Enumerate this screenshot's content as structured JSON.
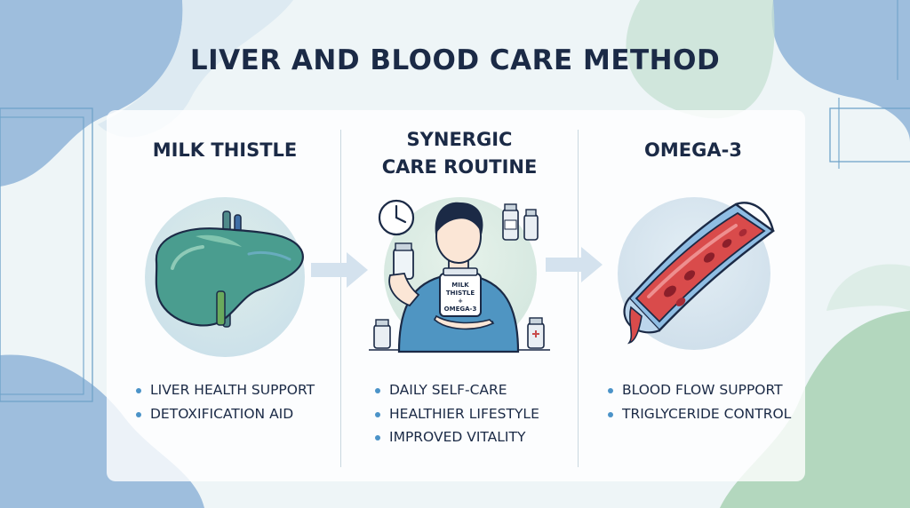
{
  "title": "LIVER AND BLOOD CARE METHOD",
  "colors": {
    "navy": "#1b2a46",
    "blue_accent": "#4b93c8",
    "blob_blue": "#8fb4d8",
    "blob_green": "#a8d1b4"
  },
  "columns": [
    {
      "title": "MILK THISTLE",
      "icon": "liver-icon",
      "bullets": [
        "LIVER HEALTH SUPPORT",
        "DETOXIFICATION AID"
      ]
    },
    {
      "title_lines": [
        "SYNERGIC",
        "CARE ROUTINE"
      ],
      "icon": "person-with-supplements-icon",
      "jar_label": [
        "MILK THISTLE",
        "+",
        "OMEGA-3"
      ],
      "bullets": [
        "DAILY SELF-CARE",
        "HEALTHIER LIFESTYLE",
        "IMPROVED VITALITY"
      ]
    },
    {
      "title": "OMEGA-3",
      "icon": "blood-vessel-icon",
      "bullets": [
        "BLOOD FLOW SUPPORT",
        "TRIGLYCERIDE CONTROL"
      ]
    }
  ]
}
